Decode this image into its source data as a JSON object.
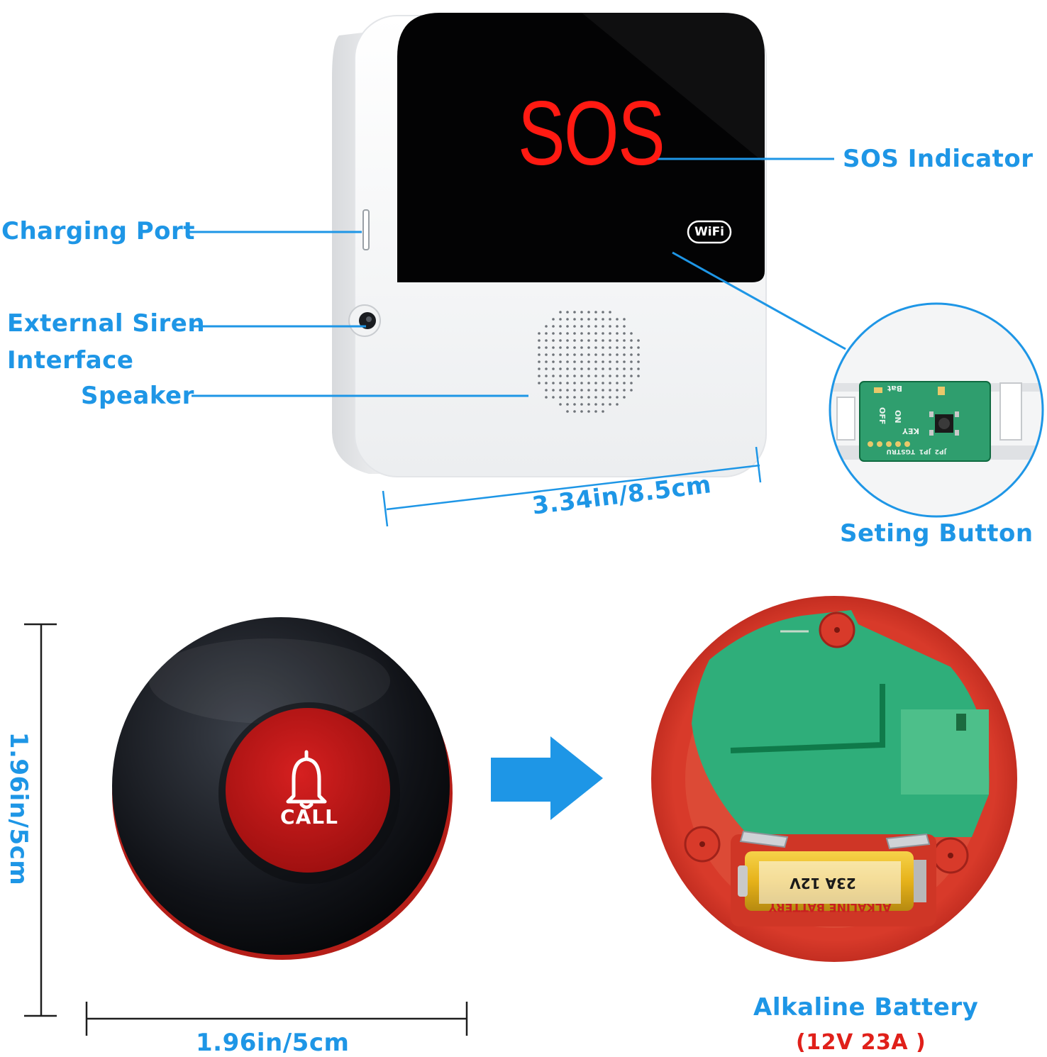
{
  "receiver": {
    "display_text": "SOS",
    "wifi_badge": "WiFi",
    "labels": {
      "sos_indicator": "SOS Indicator",
      "charging_port": "Charging Port",
      "external_siren_line1": "External Siren",
      "external_siren_line2": "Interface",
      "speaker": "Speaker",
      "setting_button": "Seting Button"
    },
    "width_dimension": "3.34in/8.5cm",
    "pcb_silkscreen": [
      "Bat",
      "ON",
      "OFF",
      "KEY",
      "JP2",
      "JP1",
      "TGSTRU"
    ]
  },
  "call_button": {
    "button_text": "CALL",
    "icon": "bell-icon",
    "height_dimension": "1.96in/5cm",
    "width_dimension": "1.96in/5cm"
  },
  "button_interior": {
    "battery_print": "23A 12V",
    "battery_brand": "ALKALINE BATTERY",
    "label_line1": "Alkaline Battery",
    "label_line2": "(12V 23A )"
  },
  "colors": {
    "accent_blue": "#1e96e6",
    "sos_red": "#ff1a12",
    "button_red": "#c41a1a",
    "pcb_green": "#2fae7a"
  },
  "icons": [
    "wifi-icon",
    "bell-icon",
    "arrow-right-icon"
  ]
}
